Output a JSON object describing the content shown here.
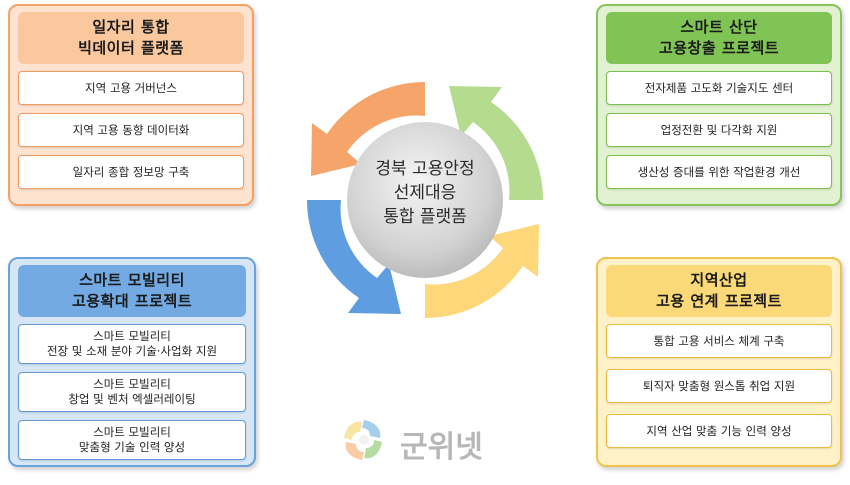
{
  "center": {
    "line1": "경북 고용안정",
    "line2": "선제대응",
    "line3": "통합 플랫폼"
  },
  "panels": {
    "top_left": {
      "title1": "일자리 통합",
      "title2": "빅데이터 플랫폼",
      "items": [
        "지역 고용 거버넌스",
        "지역 고용 동향 데이터화",
        "일자리 종합 정보망 구축"
      ],
      "color": "#f3a167"
    },
    "top_right": {
      "title1": "스마트 산단",
      "title2": "고용창출 프로젝트",
      "items": [
        "전자제품 고도화 기술지도 센터",
        "업정전환 및 다각화 지원",
        "생산성 증대를 위한 작업환경 개선"
      ],
      "color": "#80c455"
    },
    "bottom_left": {
      "title1": "스마트 모빌리티",
      "title2": "고용확대 프로젝트",
      "items": [
        {
          "line1": "스마트 모빌리티",
          "line2": "전장 및 소재 분야 기술·사업화 지원"
        },
        {
          "line1": "스마트 모빌리티",
          "line2": "창업 및 벤처 엑셀러레이팅"
        },
        {
          "line1": "스마트 모빌리티",
          "line2": "맞춤형 기술 인력 양성"
        }
      ],
      "color": "#73aae3"
    },
    "bottom_right": {
      "title1": "지역산업",
      "title2": "고용 연계 프로젝트",
      "items": [
        "통합 고용 서비스 체계 구축",
        "퇴직자 맞춤형 원스톱 취업 지원",
        "지역 산업 맞춤 기능 인력 양성"
      ],
      "color": "#fcd978"
    }
  },
  "cycle_colors": {
    "orange": "#f5a56a",
    "green": "#b5dc8e",
    "yellow": "#fdd77a",
    "blue": "#5e9ee0",
    "center": "#d4d4d4"
  },
  "watermark": {
    "text": "군위넷"
  }
}
